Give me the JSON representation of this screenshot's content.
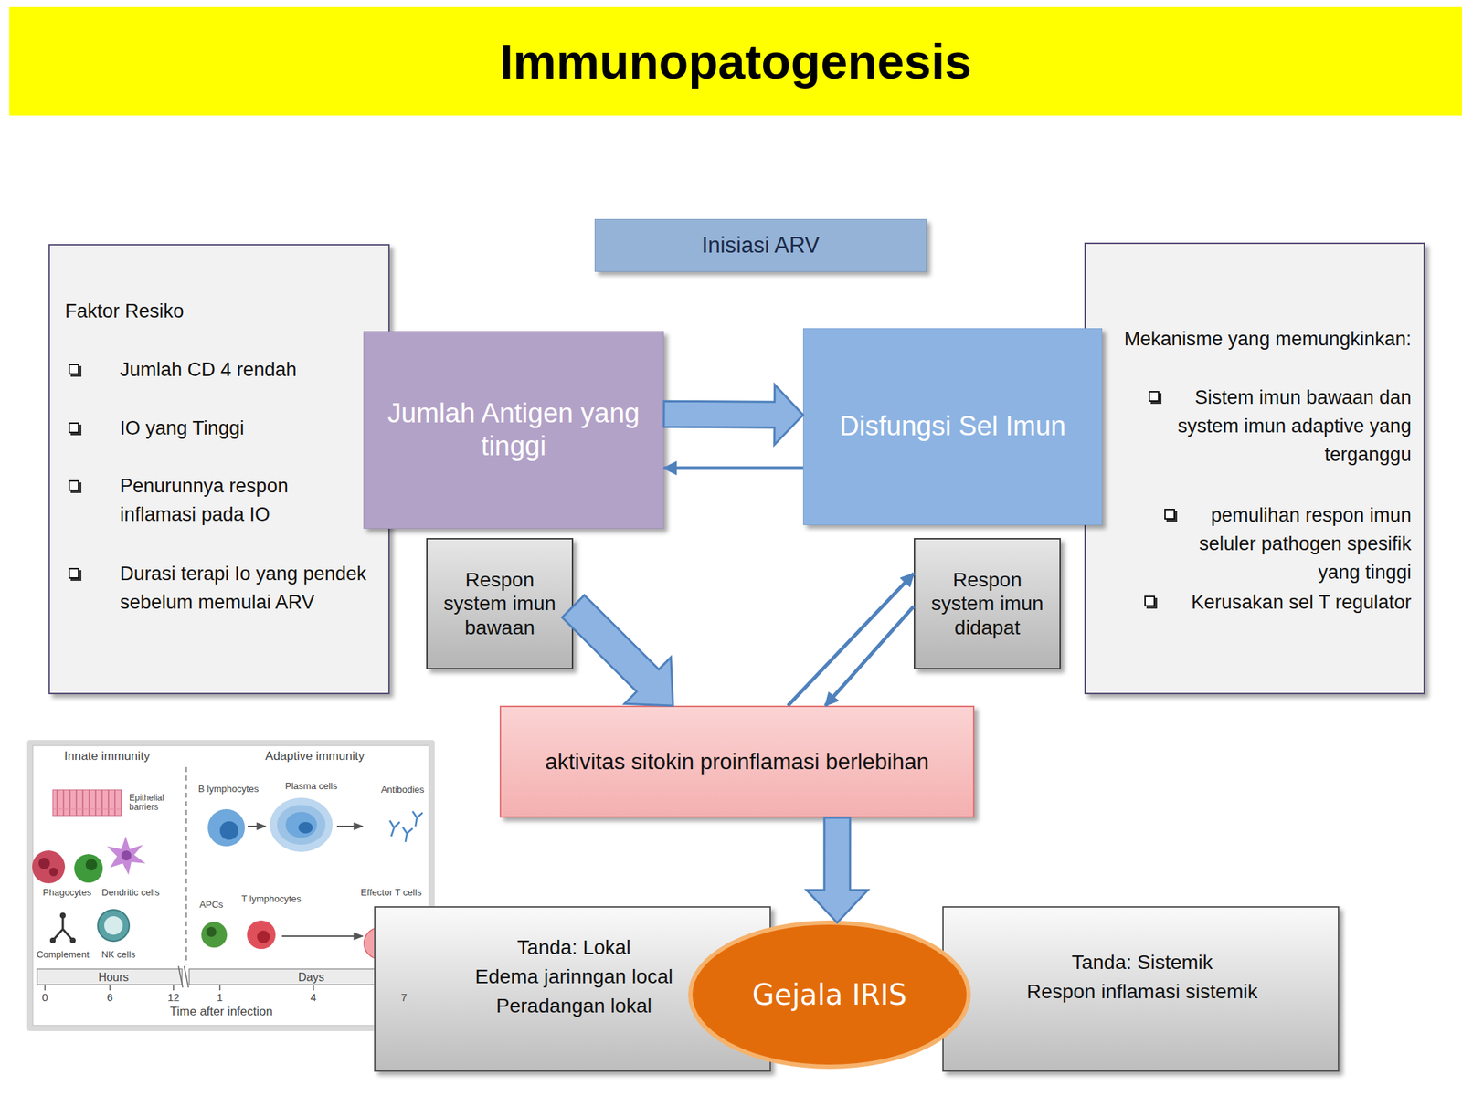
{
  "diagram": {
    "title": "Immunopatogenesis",
    "nodes": [
      {
        "text": [
          "Faktor Resiko",
          "Jumlah CD 4 rendah",
          "IO yang Tinggi",
          "Penurunnya respon inflamasi pada IO",
          "Durasi terapi Io yang pendek sebelum memulai ARV"
        ]
      },
      {
        "text": [
          "Inisiasi ARV"
        ]
      },
      {
        "text": [
          "Jumlah Antigen yang tinggi"
        ]
      },
      {
        "text": [
          "Disfungsi Sel Imun"
        ]
      },
      {
        "text": [
          "Mekanisme yang memungkinkan:",
          "Sistem imun bawaan dan system imun adaptive yang terganggu",
          "pemulihan respon imun seluler pathogen spesifik yang tinggi",
          "Kerusakan sel T regulator"
        ]
      },
      {
        "text": [
          "Respon system imun bawaan"
        ]
      },
      {
        "text": [
          "Respon system imun didapat"
        ]
      },
      {
        "text": [
          "aktivitas sitokin proinflamasi berlebihan"
        ]
      },
      {
        "text": [
          "Tanda: Lokal",
          "Edema jarinngan local",
          "Peradangan lokal"
        ]
      },
      {
        "text": [
          "Gejala IRIS"
        ]
      },
      {
        "text": [
          "Tanda: Sistemik",
          "Respon inflamasi sistemik"
        ]
      }
    ],
    "edges": [
      {
        "from": 2,
        "to": 3,
        "arrow": "to"
      },
      {
        "from": 3,
        "to": 2,
        "arrow": "to"
      },
      {
        "from": 5,
        "to": 7,
        "arrow": "to"
      },
      {
        "from": 7,
        "to": 6,
        "arrow": "to"
      },
      {
        "from": 6,
        "to": 7,
        "arrow": "to"
      },
      {
        "from": 7,
        "to": 9,
        "arrow": "to"
      }
    ],
    "labels": [
      "Innate immunity",
      "Adaptive immunity",
      "Epithelial barriers",
      "Phagocytes",
      "Dendritic cells",
      "Complement",
      "NK cells",
      "B lymphocytes",
      "Plasma cells",
      "Antibodies",
      "APCs",
      "T lymphocytes",
      "Effector T cells",
      "Hours",
      "Days",
      "0",
      "6",
      "12",
      "1",
      "4",
      "7",
      "Time after infection"
    ]
  }
}
